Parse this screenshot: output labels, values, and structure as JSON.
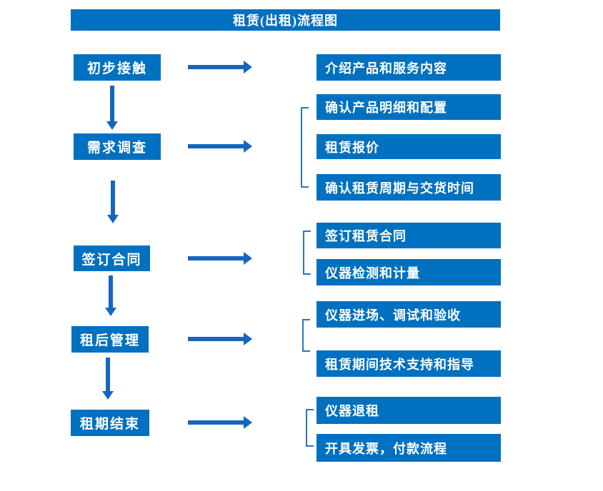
{
  "title": "租赁(出租)流程图",
  "colors": {
    "box": "#0070C0",
    "arrow": "#1565C0",
    "bracket": "#2E75B6"
  },
  "steps": [
    {
      "label": "初步接触",
      "details": [
        "介绍产品和服务内容"
      ]
    },
    {
      "label": "需求调查",
      "details": [
        "确认产品明细和配置",
        "租赁报价",
        "确认租赁周期与交货时间"
      ]
    },
    {
      "label": "签订合同",
      "details": [
        "签订租赁合同",
        "仪器检测和计量"
      ]
    },
    {
      "label": "租后管理",
      "details": [
        "仪器进场、调试和验收",
        "租赁期间技术支持和指导"
      ]
    },
    {
      "label": "租期结束",
      "details": [
        "仪器退租",
        "开具发票，付款流程"
      ]
    }
  ]
}
